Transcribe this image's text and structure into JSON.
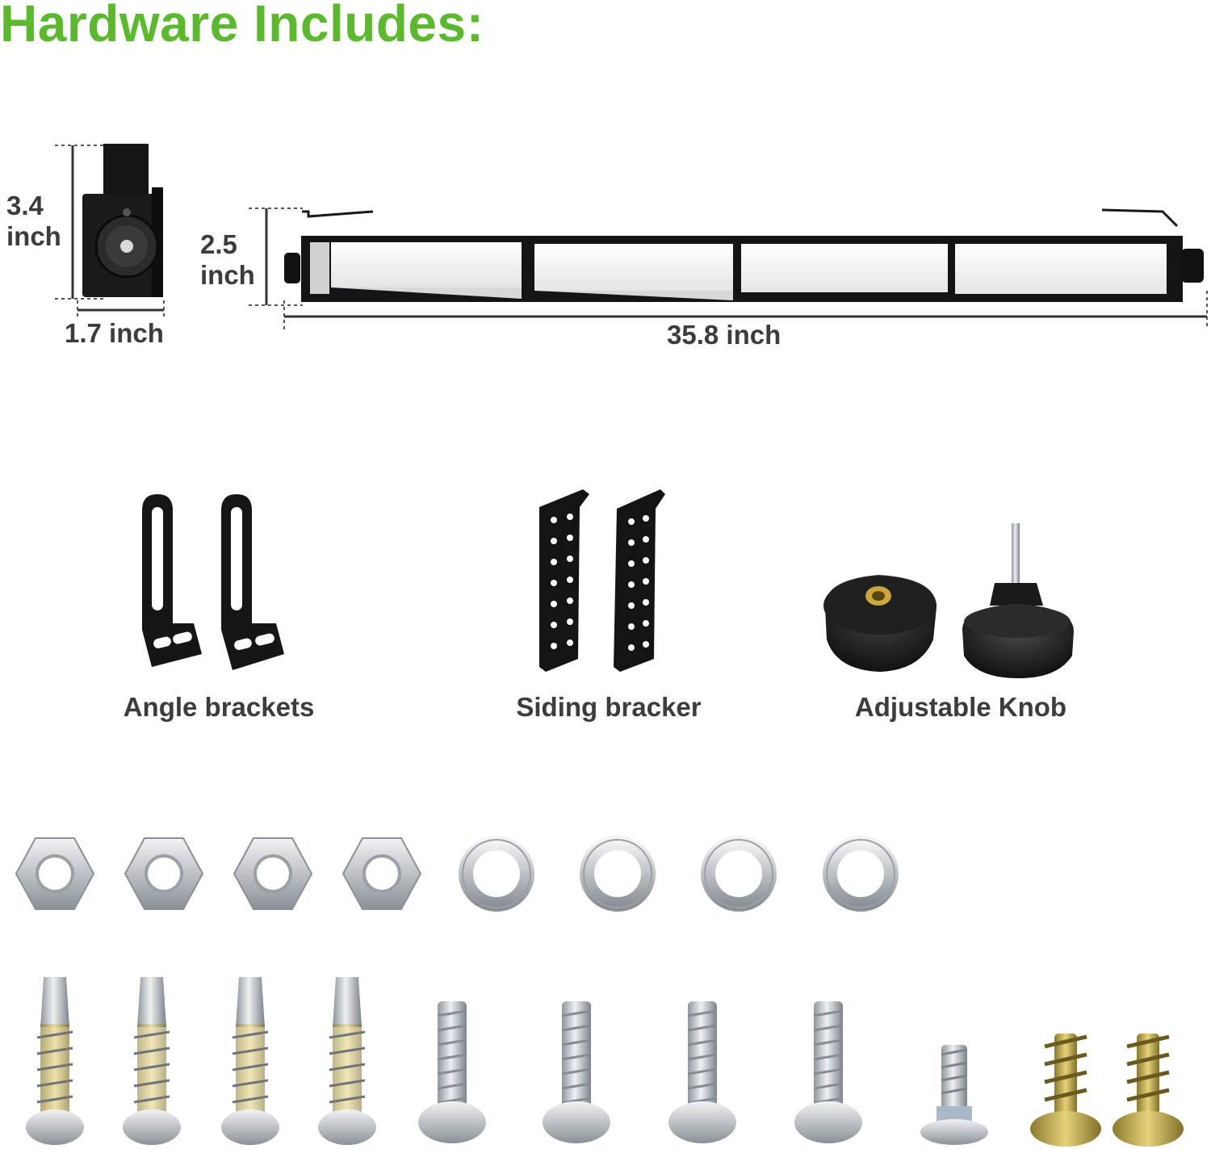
{
  "title": "Hardware Includes:",
  "dimensions": {
    "bracket_height_value": "3.4",
    "bracket_height_unit": "inch",
    "bracket_width": "1.7 inch",
    "mirror_height_value": "2.5",
    "mirror_height_unit": "inch",
    "mirror_length": "35.8 inch"
  },
  "parts": {
    "angle_brackets": "Angle brackets",
    "siding_bracker": "Siding bracker",
    "adjustable_knob": "Adjustable Knob"
  },
  "colors": {
    "title_green": "#5cb82e",
    "text_gray": "#3c3c3c",
    "metal_black": "#1a1a1a",
    "zinc_silver": "#c9ccd0",
    "brass_gold": "#c9a73e"
  }
}
